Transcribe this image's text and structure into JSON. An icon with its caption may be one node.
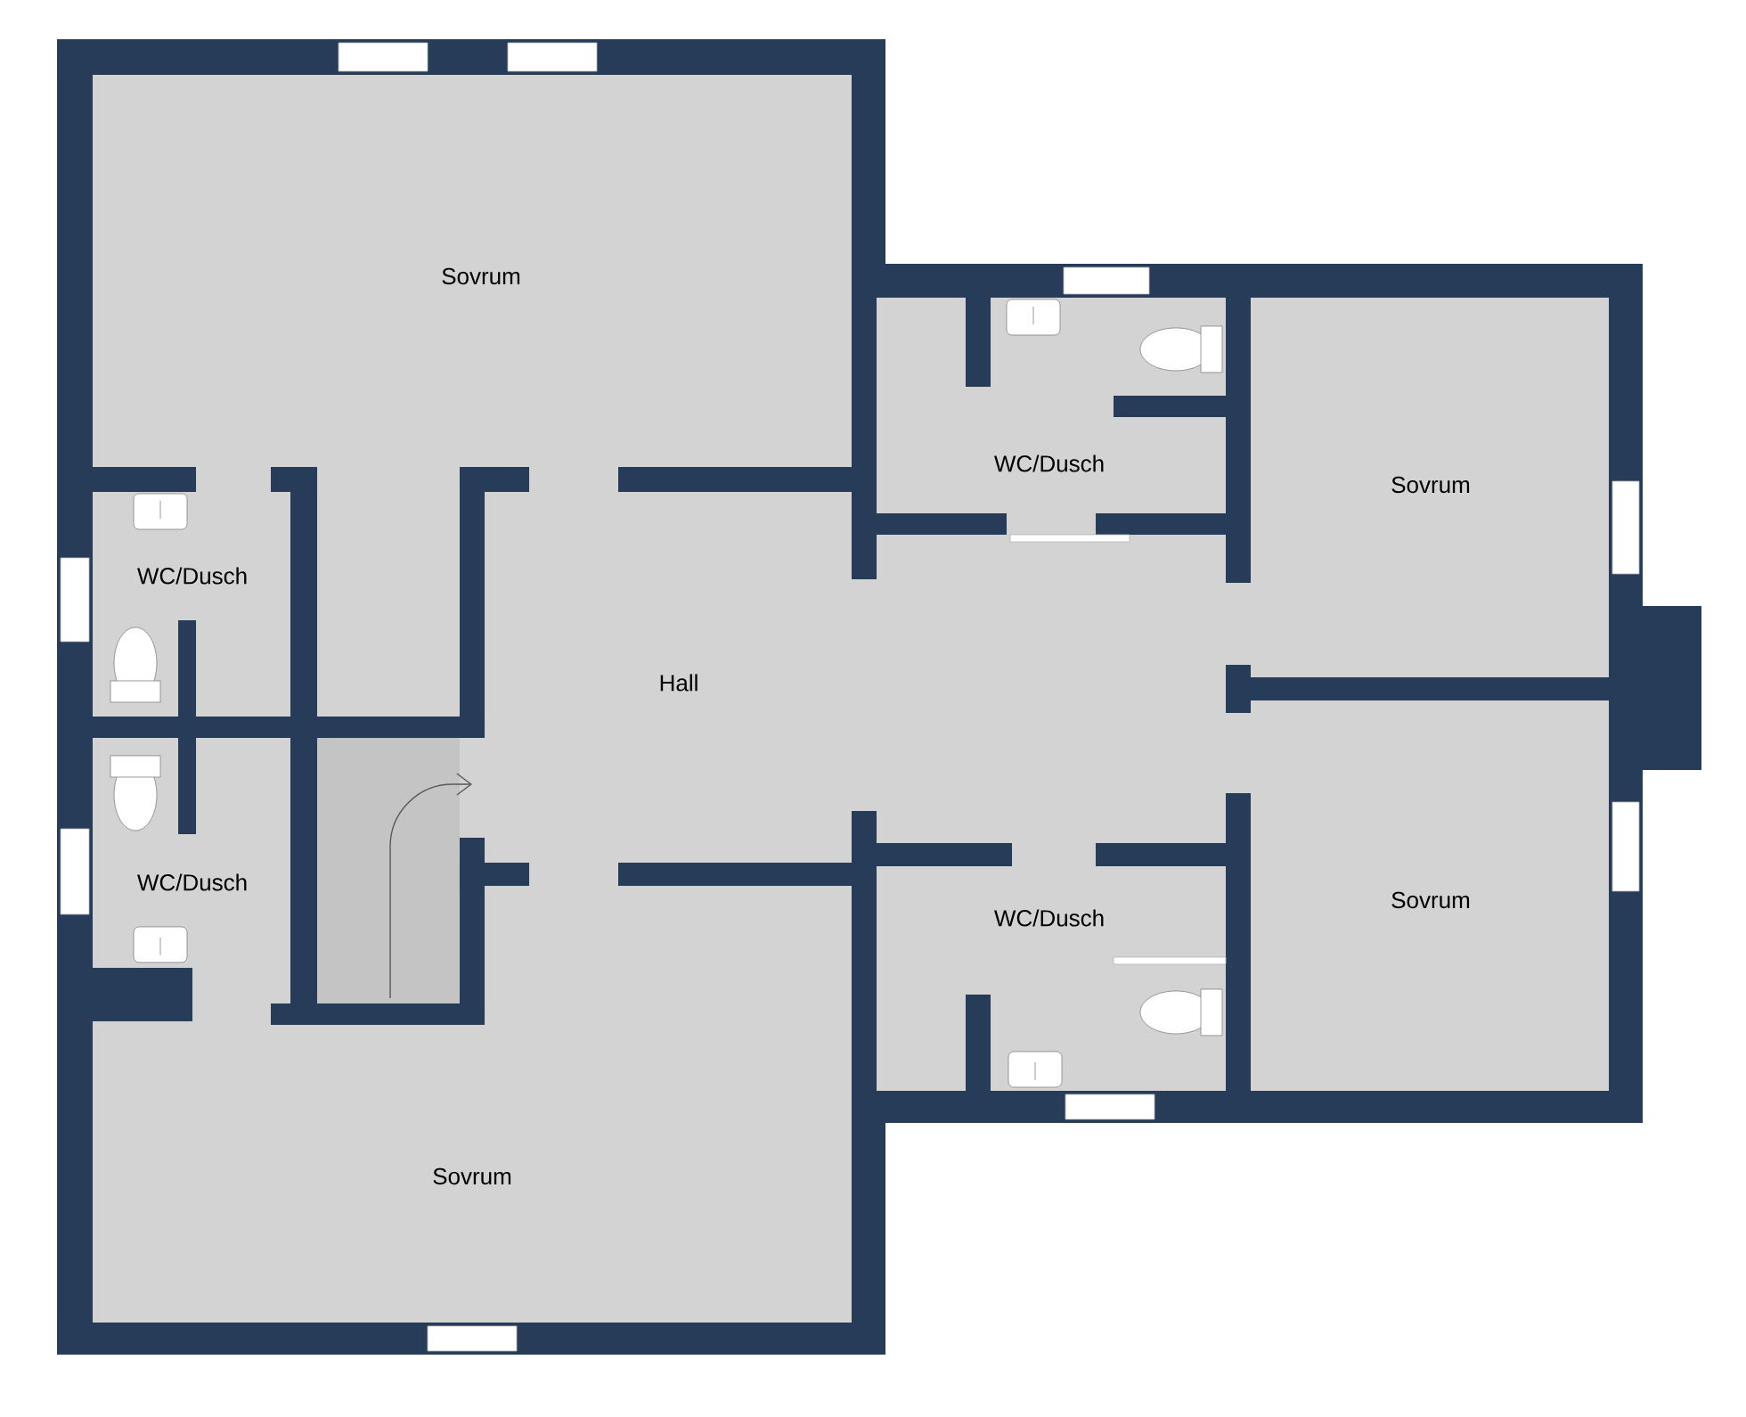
{
  "diagram": {
    "nodes": [
      {
        "text": [
          "Sovrum"
        ]
      },
      {
        "text": [
          "WC/Dusch"
        ]
      },
      {
        "text": [
          "Sovrum"
        ]
      },
      {
        "text": [
          "WC/Dusch"
        ]
      },
      {
        "text": [
          "Hall"
        ]
      },
      {
        "text": [
          "WC/Dusch"
        ]
      },
      {
        "text": [
          "Sovrum"
        ]
      },
      {
        "text": [
          "WC/Dusch"
        ]
      },
      {
        "text": [
          "Sovrum"
        ]
      }
    ]
  }
}
